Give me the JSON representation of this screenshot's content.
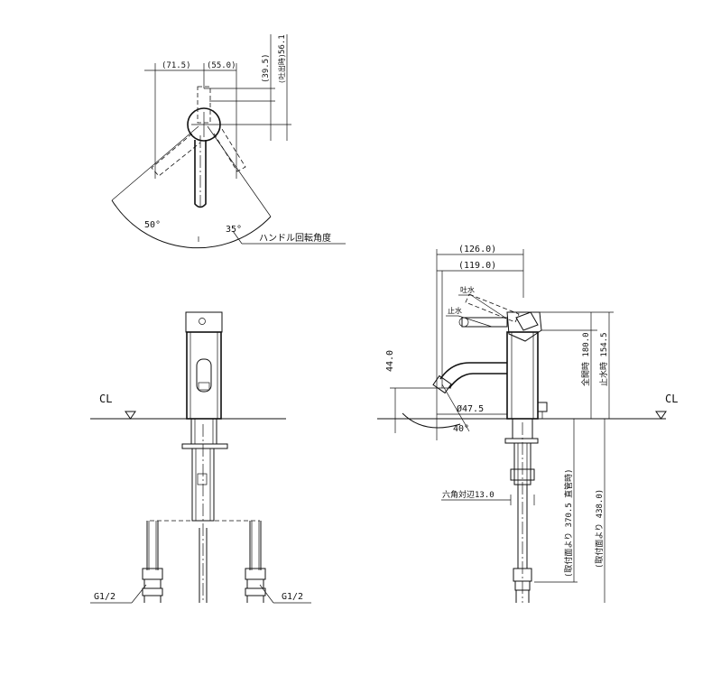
{
  "top_view": {
    "dim_left": "(71.5)",
    "dim_right": "(55.0)",
    "dim_vertical": "(39.5)",
    "dim_spout": "56.1",
    "spout_note": "(吐出時)",
    "angle_left": "50°",
    "angle_right": "35°",
    "handle_label": "ハンドル回転角度"
  },
  "front_view": {
    "cl_label": "CL",
    "thread_left": "G1/2",
    "thread_right": "G1/2"
  },
  "side_view": {
    "cl_label": "CL",
    "dim_126": "(126.0)",
    "dim_119": "(119.0)",
    "spout_label": "吐水",
    "stop_label": "止水",
    "dim_44": "44.0",
    "dia_label": "Ø47.5",
    "angle_label": "40°",
    "total_height": "全開時 180.0",
    "stop_height": "止水時 154.5",
    "hex_label": "六角対辺13.0",
    "dim_370": "(取付面より 370.5 直管時)",
    "dim_438": "(取付面より 438.0)"
  }
}
